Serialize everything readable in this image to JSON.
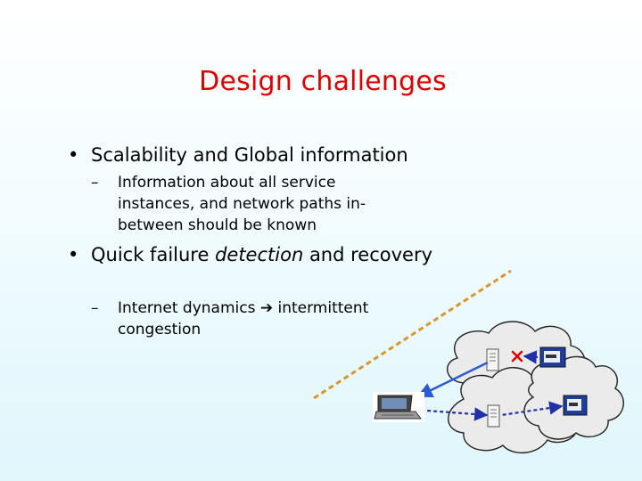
{
  "slide": {
    "title": "Design challenges",
    "bullets": [
      {
        "marker": "•",
        "text": "Scalability and Global information",
        "subs": [
          {
            "marker": "–",
            "text": "Information about all service instances, and network paths in-between should be known"
          }
        ]
      },
      {
        "marker": "•",
        "text_before": "Quick failure ",
        "text_em": "detection",
        "text_after": " and recovery",
        "subs": [
          {
            "marker": "–",
            "text_before": "Internet dynamics ",
            "arrow_glyph": "➔",
            "text_after": " intermittent congestion"
          }
        ]
      }
    ]
  },
  "colors": {
    "title": "#e00000",
    "cloud_fill": "#ebebeb",
    "solid_link": "#2a5bd7",
    "dashed_link": "#2230a8",
    "trajectory": "#d9962a",
    "failure_mark": "#e00000"
  },
  "icons": [
    "cloud-icon",
    "server-icon",
    "monitor-icon",
    "laptop-icon",
    "failure-x-icon"
  ]
}
